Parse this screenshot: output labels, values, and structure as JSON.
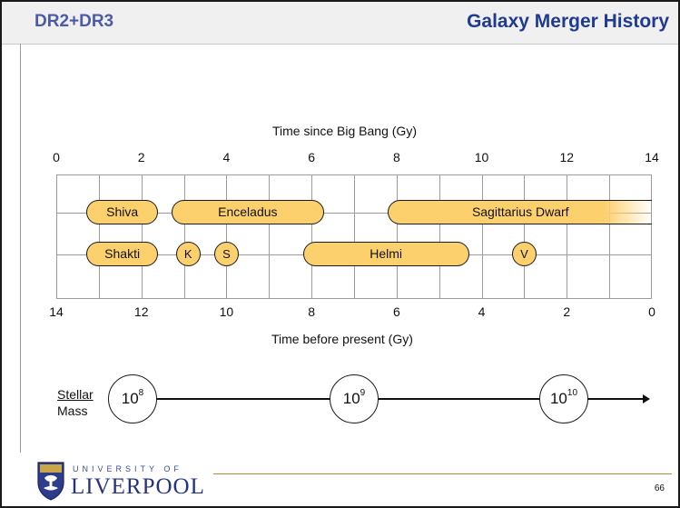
{
  "header": {
    "section": "DR2+DR3",
    "title": "Galaxy Merger History"
  },
  "chart_data": {
    "type": "timeline",
    "top_axis": {
      "title": "Time since Big Bang (Gy)",
      "ticks": [
        "0",
        "2",
        "4",
        "6",
        "8",
        "10",
        "12",
        "14"
      ],
      "range": [
        0,
        14
      ]
    },
    "bottom_axis": {
      "title": "Time before present (Gy)",
      "ticks": [
        "14",
        "12",
        "10",
        "8",
        "6",
        "4",
        "2",
        "0"
      ],
      "range": [
        14,
        0
      ]
    },
    "grid": true,
    "events": [
      {
        "label": "Shiva",
        "row": 0,
        "start": 0.7,
        "end": 2.4,
        "shape": "bar"
      },
      {
        "label": "Enceladus",
        "row": 0,
        "start": 2.7,
        "end": 6.3,
        "shape": "bar"
      },
      {
        "label": "Sagittarius Dwarf",
        "row": 0,
        "start": 7.8,
        "end": 14,
        "shape": "bar",
        "ongoing": true
      },
      {
        "label": "Shakti",
        "row": 1,
        "start": 0.7,
        "end": 2.4,
        "shape": "bar"
      },
      {
        "label": "K",
        "row": 1,
        "center": 3.1,
        "shape": "circle"
      },
      {
        "label": "S",
        "row": 1,
        "center": 4.0,
        "shape": "circle"
      },
      {
        "label": "Helmi",
        "row": 1,
        "start": 5.8,
        "end": 9.7,
        "shape": "bar"
      },
      {
        "label": "V",
        "row": 1,
        "center": 11.0,
        "shape": "circle"
      }
    ],
    "colors": {
      "event_fill": "#fdd06e",
      "event_border": "#1a1a1a",
      "grid": "#9c9c9c"
    }
  },
  "stellar_mass": {
    "label_line1": "Stellar",
    "label_line2": "Mass",
    "markers": [
      {
        "base": "10",
        "exp": "8"
      },
      {
        "base": "10",
        "exp": "9"
      },
      {
        "base": "10",
        "exp": "10"
      }
    ]
  },
  "footer": {
    "logo_small": "UNIVERSITY OF",
    "logo_big": "LIVERPOOL",
    "page_number": "66"
  },
  "colors": {
    "header_left": "#4d5aa8",
    "header_right": "#1f3a93",
    "header_bg": "#f0f0f0",
    "footer_rule": "#b08a3a",
    "logo": "#25327e"
  },
  "icons": [
    "university-crest-icon",
    "arrow-right-icon"
  ]
}
